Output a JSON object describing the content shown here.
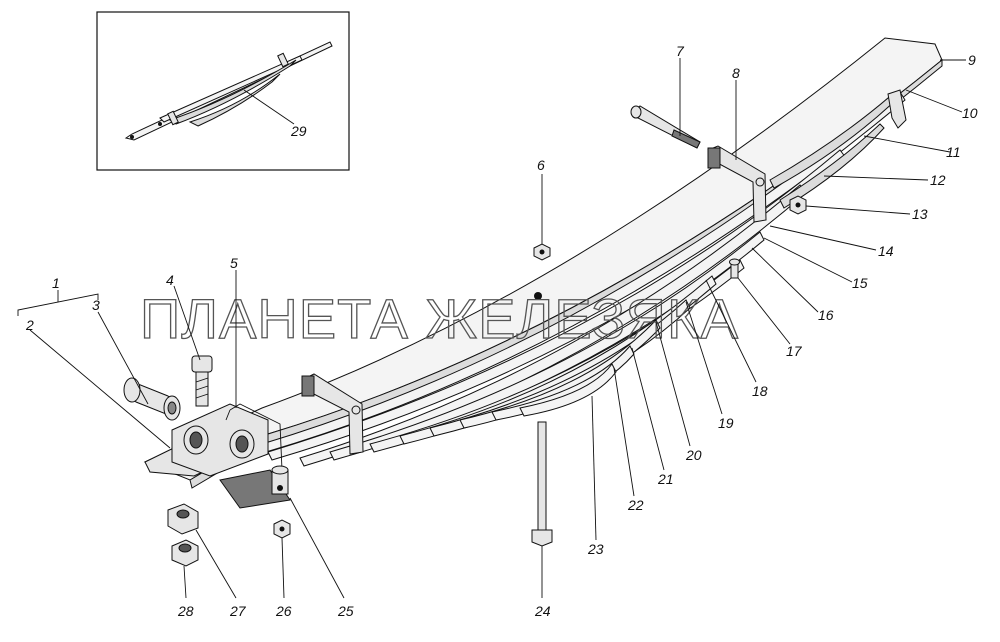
{
  "watermark": "ПЛАНЕТА ЖЕЛЕЗЯКА",
  "callouts": {
    "n1": "1",
    "n2": "2",
    "n3": "3",
    "n4": "4",
    "n5": "5",
    "n6": "6",
    "n7": "7",
    "n8": "8",
    "n9": "9",
    "n10": "10",
    "n11": "11",
    "n12": "12",
    "n13": "13",
    "n14": "14",
    "n15": "15",
    "n16": "16",
    "n17": "17",
    "n18": "18",
    "n19": "19",
    "n20": "20",
    "n21": "21",
    "n22": "22",
    "n23": "23",
    "n24": "24",
    "n25": "25",
    "n26": "26",
    "n27": "27",
    "n28": "28",
    "n29": "29"
  },
  "colors": {
    "line": "#111111",
    "watermark_stroke": "#555555",
    "background": "#ffffff"
  }
}
